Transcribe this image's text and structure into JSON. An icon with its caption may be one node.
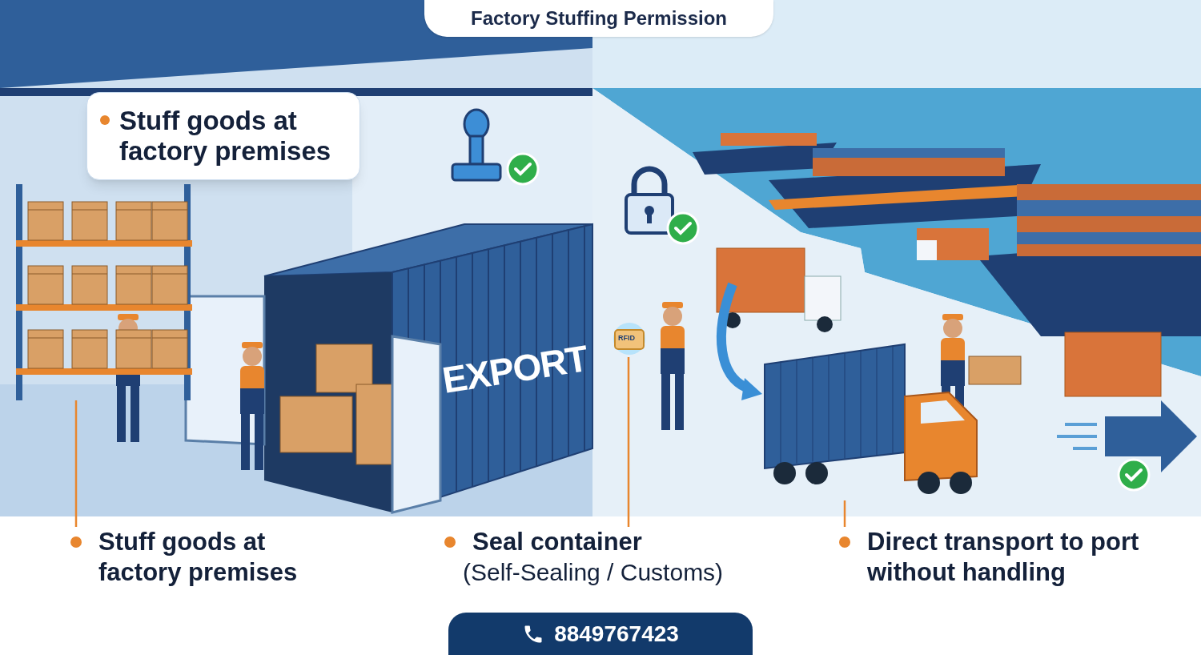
{
  "diagram": {
    "title": "Factory Stuffing Permission",
    "nodes": [
      {
        "text": [
          "Stuff goods at factory premises"
        ]
      },
      {
        "text": [
          "Stuff goods at factory premises"
        ]
      },
      {
        "text": [],
        "shape": "picture"
      },
      {
        "text": [
          "Seal container",
          "(Self-Sealing / Customs)"
        ]
      },
      {
        "text": [],
        "shape": "picture"
      },
      {
        "text": [
          "Direct transport to port without handling"
        ]
      },
      {
        "text": [],
        "shape": "picture"
      }
    ],
    "edges": [
      {
        "from": 1,
        "to": 2,
        "arrow": "none"
      },
      {
        "from": 3,
        "to": 4,
        "arrow": "none"
      },
      {
        "from": 5,
        "to": 6,
        "arrow": "none"
      }
    ],
    "labels": [
      "EXPORT",
      "RFID",
      "8849767423"
    ]
  }
}
